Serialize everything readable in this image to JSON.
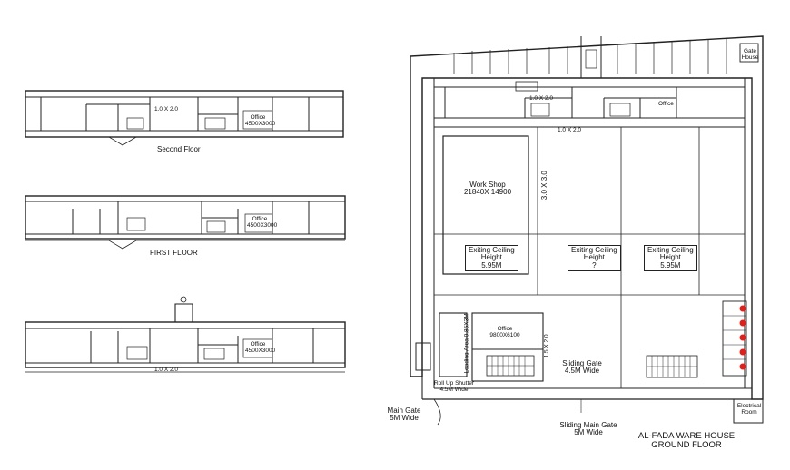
{
  "floor_plans": {
    "second_floor": {
      "title": "Second Floor",
      "dims": "1.0 X 2.0",
      "office": "Office",
      "office_dims": "4500X3000"
    },
    "first_floor": {
      "title": "FIRST FLOOR",
      "office": "Office",
      "office_dims": "4500X3000"
    },
    "ground_section": {
      "dims": "1.0 X 2.0",
      "office": "Office",
      "office_dims": "4500X3000"
    }
  },
  "main_plan": {
    "title": "AL-FADA WARE HOUSE",
    "subtitle": "GROUND FLOOR",
    "door_top_1": "1.0 X 2.0",
    "door_top_2": "1.0 X 2.0",
    "top_office": "Office",
    "workshop_name": "Work Shop",
    "workshop_dims": "21840X 14900",
    "door_vertical": "3.0 X 3.0",
    "ceiling_labels": [
      {
        "line1": "Exiting Ceiling",
        "line2": "Height",
        "line3": "5.95M"
      },
      {
        "line1": "Exiting Ceiling",
        "line2": "Height",
        "line3": "?"
      },
      {
        "line1": "Exiting Ceiling",
        "line2": "Height",
        "line3": "5.95M"
      }
    ],
    "lower_office": "Office",
    "lower_office_dims": "9800X6100",
    "loading_label": "Loading Area",
    "loading_dims": "0.85X3M",
    "door_lower": "1.5 X 2.0",
    "sliding_gate": "Sliding Gate",
    "sliding_gate_width": "4.5M Wide",
    "rollup_shutter": "Roll Up Shutter",
    "rollup_width": "4.5M Wide",
    "main_gate": "Main Gate",
    "main_gate_width": "5M Wide",
    "sliding_main_gate": "Sliding Main Gate",
    "sliding_main_gate_width": "5M Wide",
    "electrical_room": "Electrical",
    "electrical_room_2": "Room",
    "gate_house": "Gate",
    "gate_house_2": "House"
  },
  "colors": {
    "line": "#222222",
    "accent_red": "#e0201b",
    "dim_line": "#444444"
  }
}
